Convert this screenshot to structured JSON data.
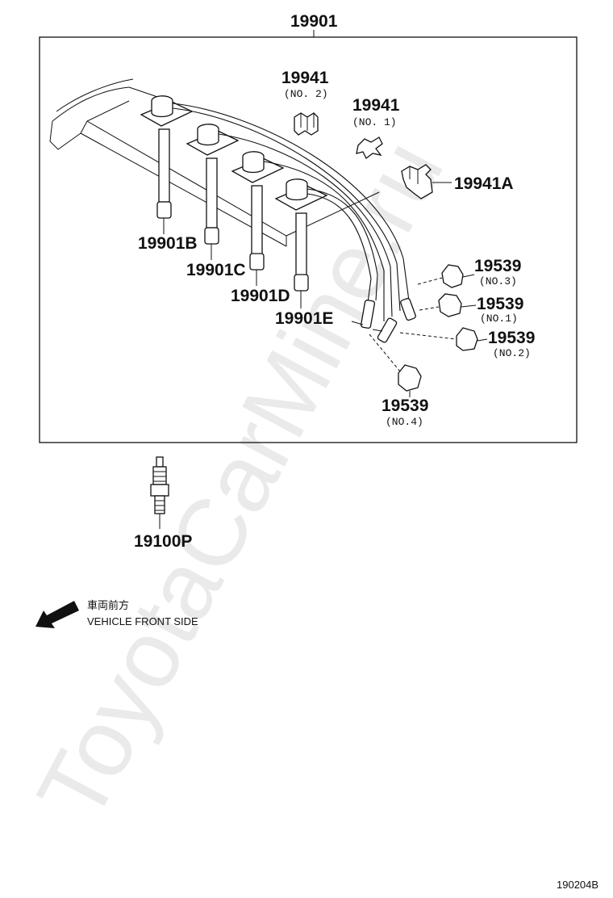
{
  "assembly": {
    "number": "19901"
  },
  "clamps": [
    {
      "number": "19941",
      "note": "(NO. 2)"
    },
    {
      "number": "19941",
      "note": "(NO. 1)"
    },
    {
      "number": "19941A"
    }
  ],
  "cords": [
    {
      "number": "19901B"
    },
    {
      "number": "19901C"
    },
    {
      "number": "19901D"
    },
    {
      "number": "19901E"
    }
  ],
  "holders": [
    {
      "number": "19539",
      "note": "(NO.3)"
    },
    {
      "number": "19539",
      "note": "(NO.1)"
    },
    {
      "number": "19539",
      "note": "(NO.2)"
    },
    {
      "number": "19539",
      "note": "(NO.4)"
    }
  ],
  "spark_plug": {
    "number": "19100P"
  },
  "direction": {
    "label_jp": "車両前方",
    "label_en": "VEHICLE FRONT SIDE",
    "icon": "arrow-down-left-icon"
  },
  "watermark": "ToyotaCarMine.ru",
  "figure_code": "190204B"
}
